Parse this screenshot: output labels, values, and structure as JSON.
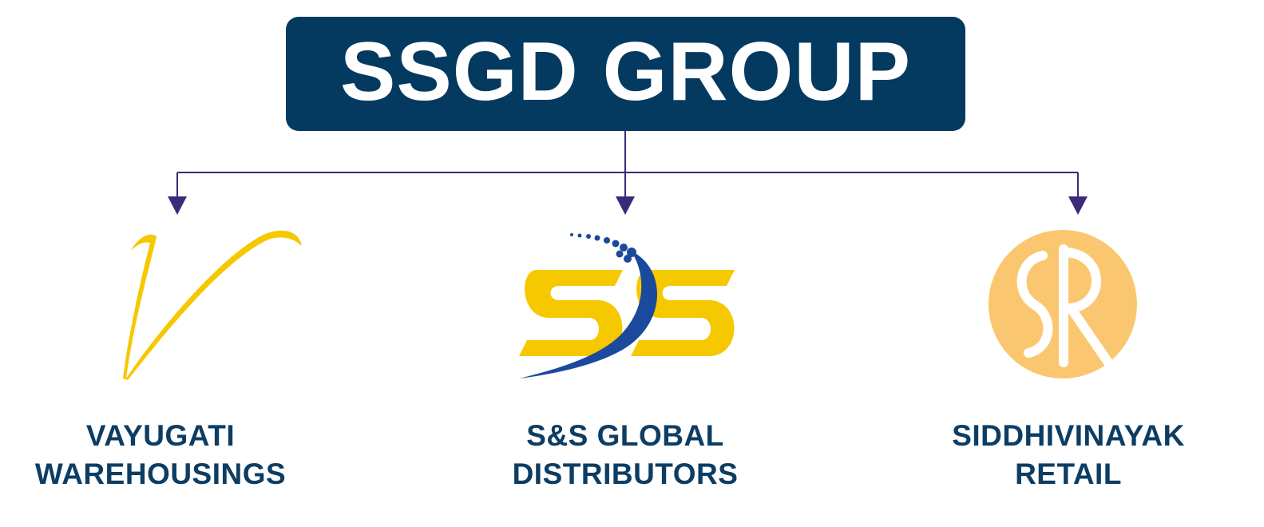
{
  "title": "SSGD GROUP",
  "colors": {
    "title_bg": "#043a60",
    "title_text": "#ffffff",
    "connector": "#3b2a7a",
    "label_text": "#0d3d63",
    "logo_yellow": "#f6c800",
    "logo_blue": "#1b4a9c",
    "logo_orange": "#fac770"
  },
  "companies": [
    {
      "line1": "VAYUGATI",
      "line2": "WAREHOUSINGS",
      "logo_icon": "v-swoosh-logo-icon"
    },
    {
      "line1": "S&S GLOBAL",
      "line2": "DISTRIBUTORS",
      "logo_icon": "ss-swoosh-logo-icon"
    },
    {
      "line1": "SIDDHIVINAYAK",
      "line2": "RETAIL",
      "logo_icon": "sr-ganesha-logo-icon"
    }
  ]
}
